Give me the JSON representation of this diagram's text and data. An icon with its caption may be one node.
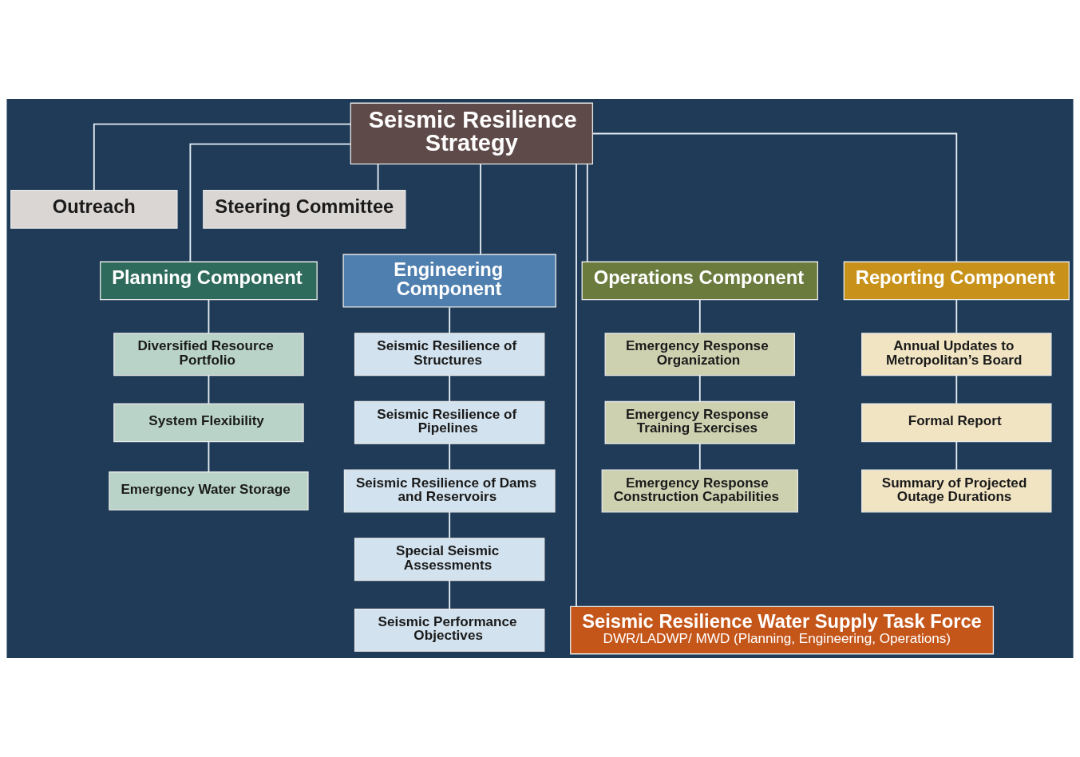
{
  "diagram": {
    "nodes": [
      {
        "text": [
          "Seismic Resilience Strategy"
        ]
      },
      {
        "text": [
          "Outreach"
        ]
      },
      {
        "text": [
          "Steering Committee"
        ]
      },
      {
        "text": [
          "Planning Component"
        ]
      },
      {
        "text": [
          "Engineering Component"
        ]
      },
      {
        "text": [
          "Operations Component"
        ]
      },
      {
        "text": [
          "Reporting Component"
        ]
      },
      {
        "text": [
          "Diversified Resource Portfolio"
        ]
      },
      {
        "text": [
          "System Flexibility"
        ]
      },
      {
        "text": [
          "Emergency Water Storage"
        ]
      },
      {
        "text": [
          "Seismic Resilience of Structures"
        ]
      },
      {
        "text": [
          "Seismic Resilience of Pipelines"
        ]
      },
      {
        "text": [
          "Seismic Resilience of Dams and Reservoirs"
        ]
      },
      {
        "text": [
          "Special Seismic Assessments"
        ]
      },
      {
        "text": [
          "Seismic Performance Objectives"
        ]
      },
      {
        "text": [
          "Emergency Response Organization"
        ]
      },
      {
        "text": [
          "Emergency Response Training Exercises"
        ]
      },
      {
        "text": [
          "Emergency Response Construction Capabilities"
        ]
      },
      {
        "text": [
          "Annual Updates to Metropolitan’s Board"
        ]
      },
      {
        "text": [
          "Formal Report"
        ]
      },
      {
        "text": [
          "Summary of Projected Outage Durations"
        ]
      },
      {
        "text": [
          "Seismic Resilience Water Supply Task Force",
          "DWR/LADWP/ MWD (Planning, Engineering, Operations)"
        ]
      }
    ],
    "edges": [
      {
        "from": 0,
        "to": 1,
        "arrow": "none"
      },
      {
        "from": 0,
        "to": 2,
        "arrow": "none"
      },
      {
        "from": 0,
        "to": 3,
        "arrow": "none"
      },
      {
        "from": 0,
        "to": 4,
        "arrow": "none"
      },
      {
        "from": 0,
        "to": 5,
        "arrow": "none"
      },
      {
        "from": 0,
        "to": 6,
        "arrow": "none"
      },
      {
        "from": 3,
        "to": 7,
        "arrow": "none"
      },
      {
        "from": 7,
        "to": 8,
        "arrow": "none"
      },
      {
        "from": 8,
        "to": 9,
        "arrow": "none"
      },
      {
        "from": 4,
        "to": 10,
        "arrow": "none"
      },
      {
        "from": 10,
        "to": 11,
        "arrow": "none"
      },
      {
        "from": 11,
        "to": 12,
        "arrow": "none"
      },
      {
        "from": 12,
        "to": 13,
        "arrow": "none"
      },
      {
        "from": 13,
        "to": 14,
        "arrow": "none"
      },
      {
        "from": 5,
        "to": 15,
        "arrow": "none"
      },
      {
        "from": 15,
        "to": 16,
        "arrow": "none"
      },
      {
        "from": 16,
        "to": 17,
        "arrow": "none"
      },
      {
        "from": 6,
        "to": 18,
        "arrow": "none"
      },
      {
        "from": 18,
        "to": 19,
        "arrow": "none"
      },
      {
        "from": 19,
        "to": 20,
        "arrow": "none"
      },
      {
        "from": 0,
        "to": 21,
        "arrow": "none"
      }
    ]
  }
}
